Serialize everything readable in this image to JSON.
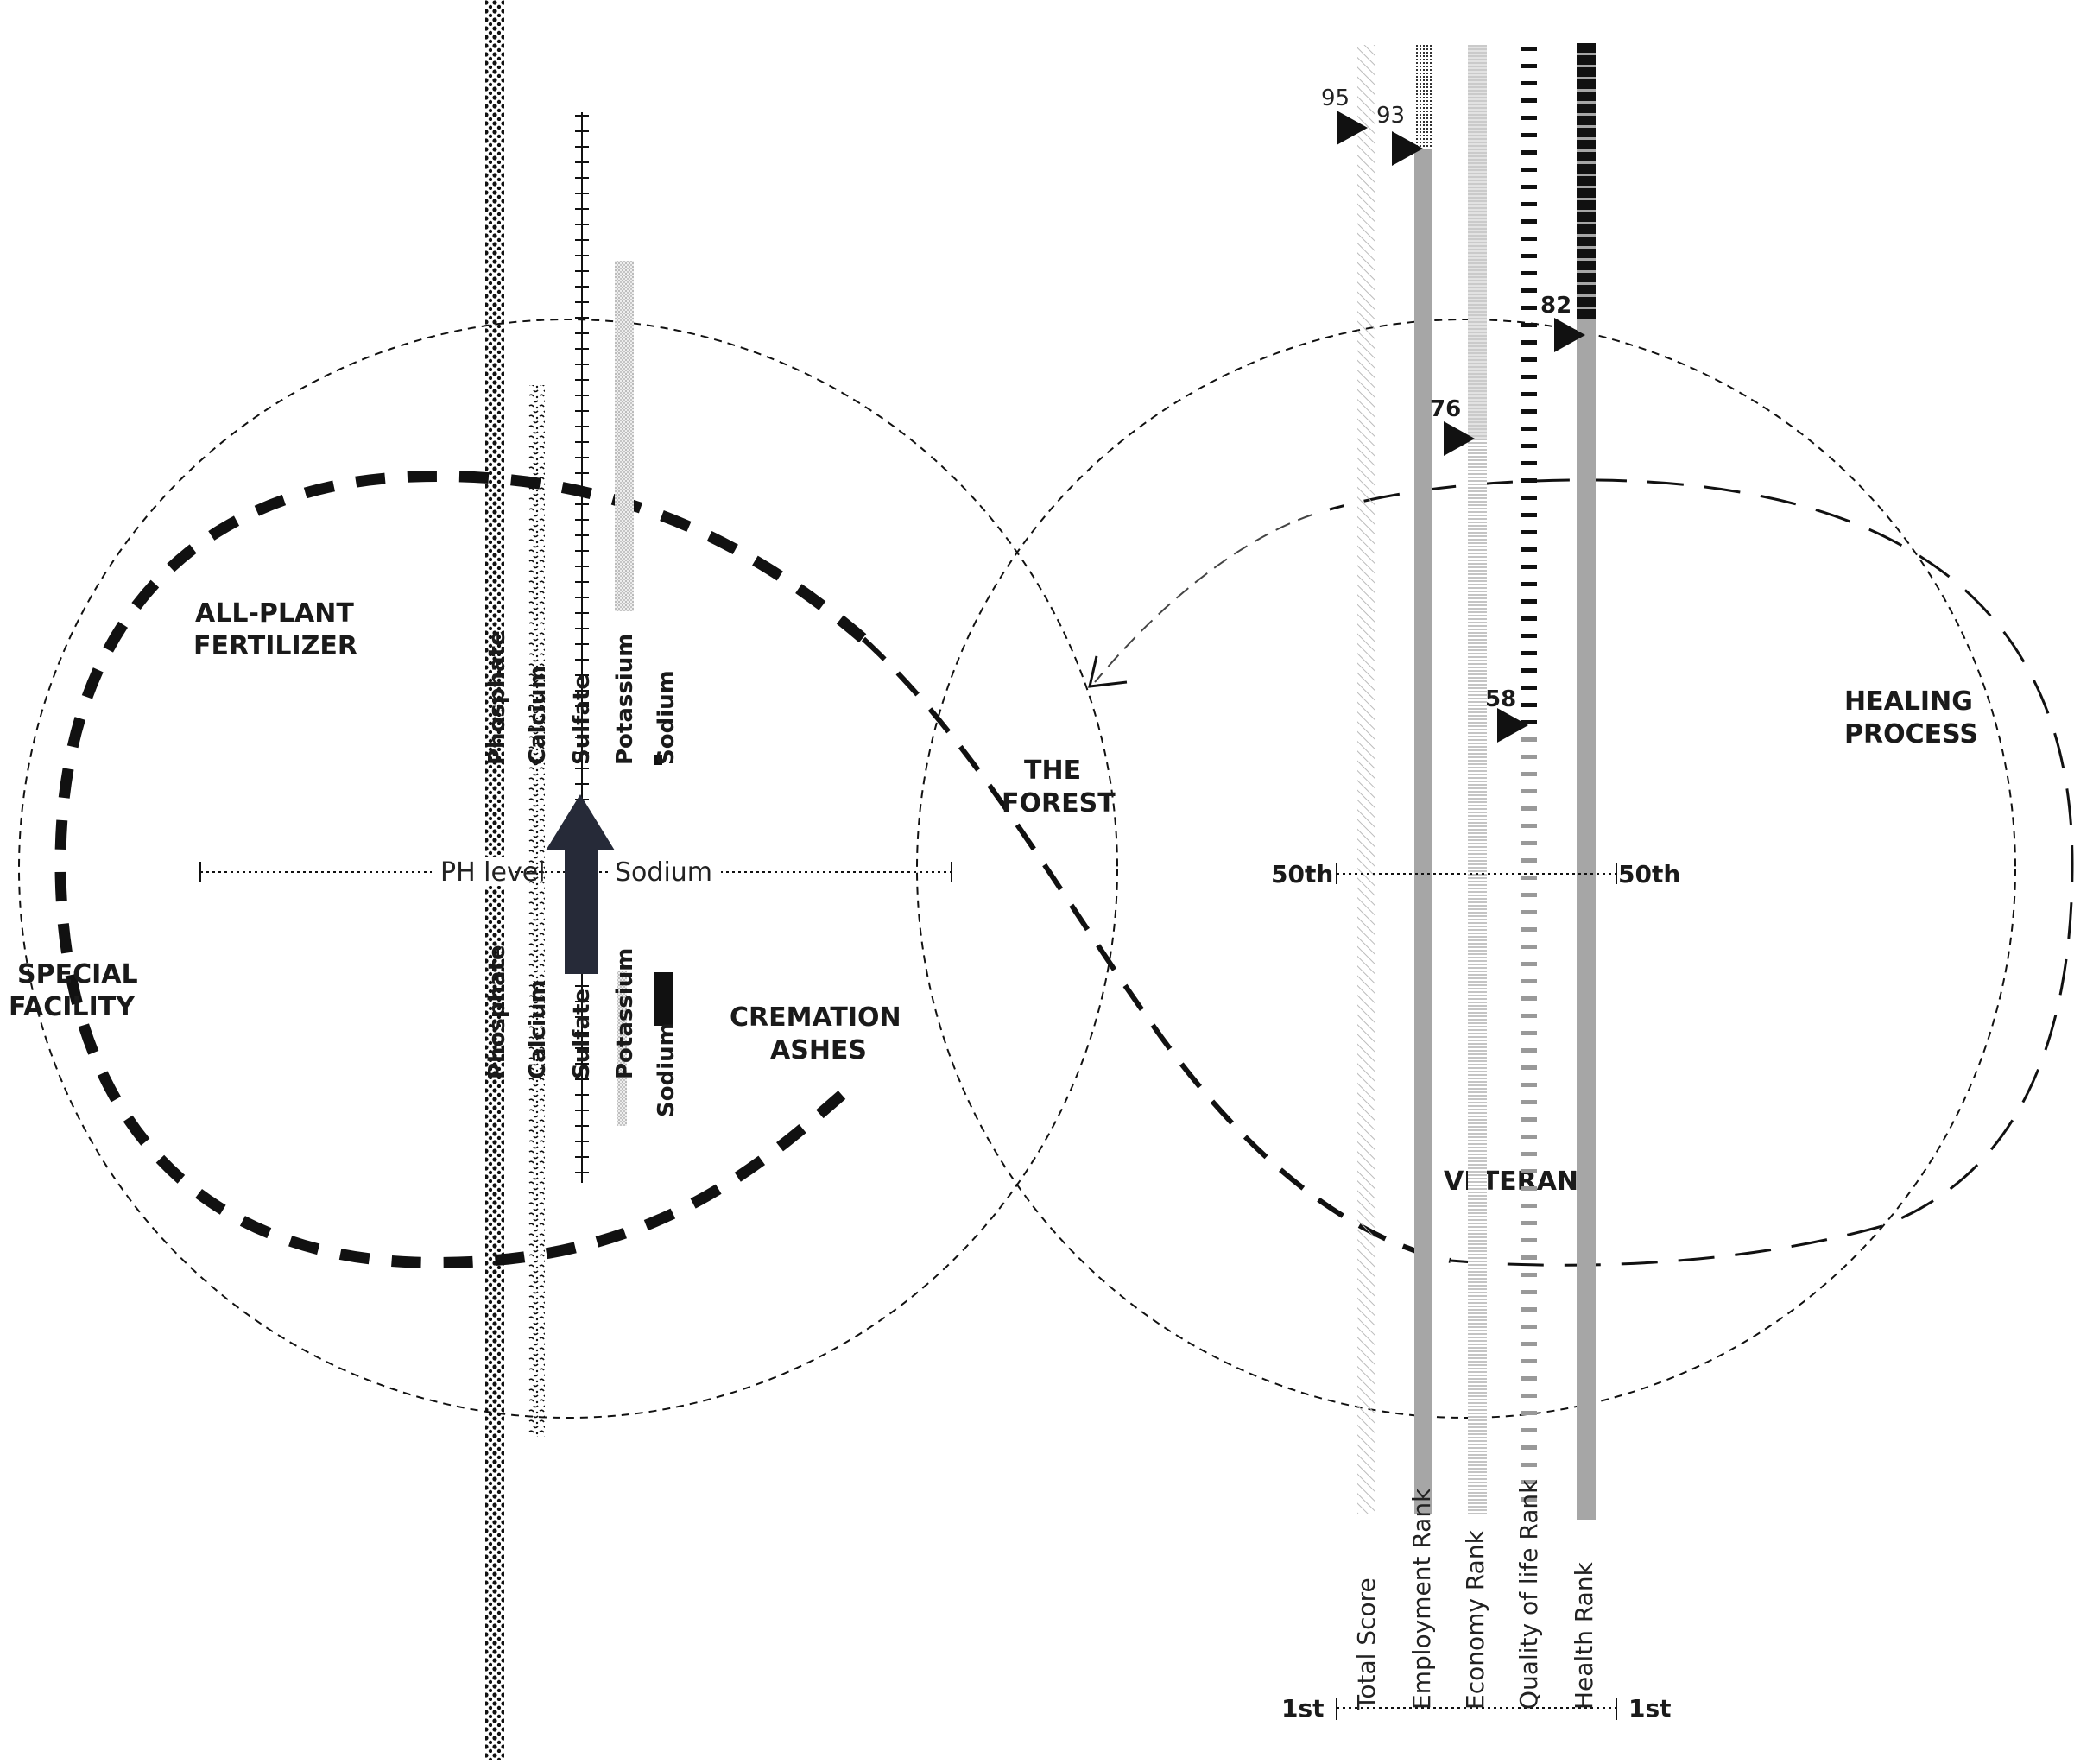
{
  "left_cluster": {
    "top_label": "ALL-PLANT\nFERTILIZER",
    "top_label_lines": [
      "ALL-PLANT",
      "FERTILIZER"
    ],
    "bottom_label_lines": [
      "CREMATION",
      "ASHES"
    ],
    "side_label_lines": [
      "SPECIAL",
      "FACILITY"
    ],
    "axis_left": "PH level",
    "axis_right": "Sodium",
    "elements_top": [
      "Phosphate",
      "Calcium",
      "Sulfate",
      "Potassium",
      "Sodium"
    ],
    "elements_bottom": [
      "Phosphate",
      "Calcium",
      "Sulfate",
      "Potassium",
      "Sodium"
    ]
  },
  "center": {
    "label_lines": [
      "THE",
      "FOREST"
    ]
  },
  "right_cluster": {
    "label_lines": [
      "HEALING",
      "PROCESS"
    ],
    "veterans": "VETERANS",
    "axis_mid_left": "50th",
    "axis_mid_right": "50th",
    "axis_bottom_left": "1st",
    "axis_bottom_right": "1st",
    "rank_bars": [
      {
        "label": "Total Score",
        "marker": "95"
      },
      {
        "label": "Employment Rank",
        "marker": "93"
      },
      {
        "label": "Economy Rank",
        "marker": "76"
      },
      {
        "label": "Quality of life Rank",
        "marker": "58"
      },
      {
        "label": "Health Rank",
        "marker": "82"
      }
    ]
  },
  "colors": {
    "ink": "#111111",
    "arrow": "#262a38",
    "grey_bar": "#a6a6a6",
    "light_grey": "#cfcfcf"
  }
}
